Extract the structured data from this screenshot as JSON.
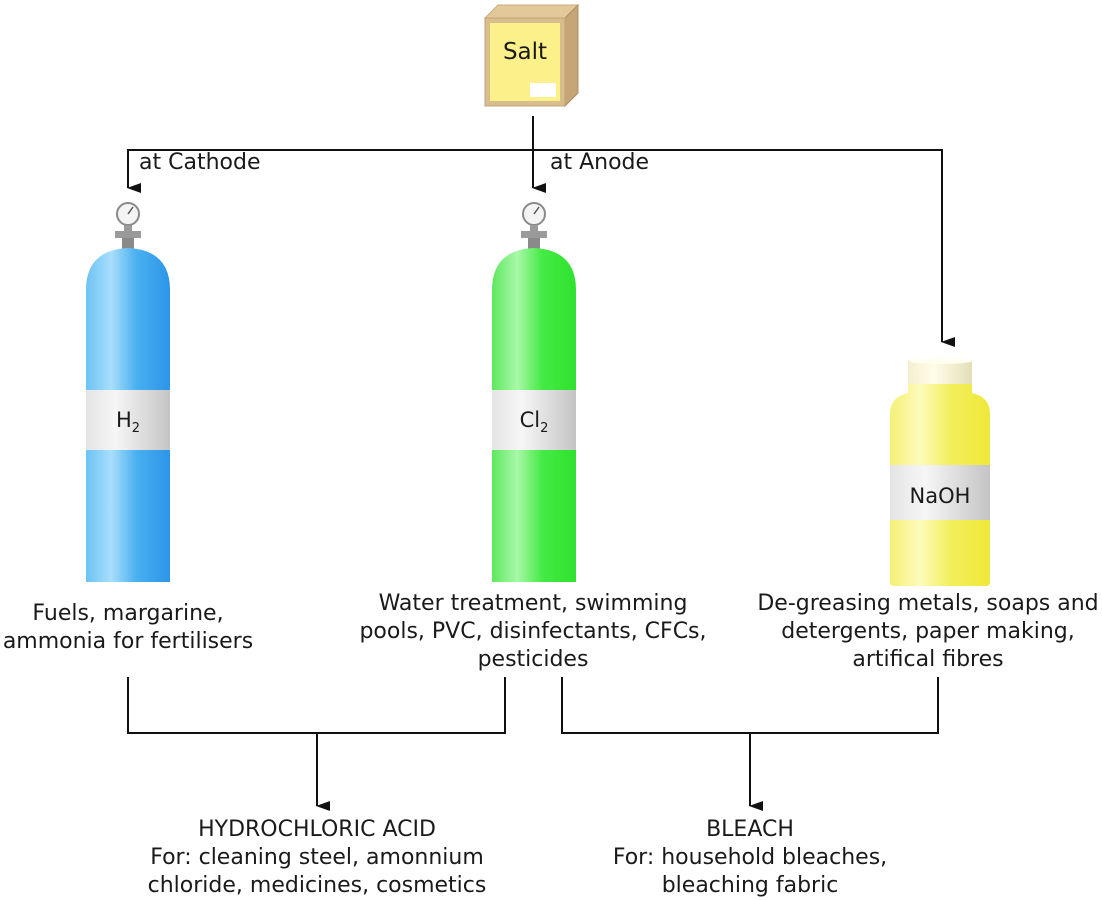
{
  "salt_box": {
    "label": "Salt"
  },
  "arrows": {
    "cathode_label": "at Cathode",
    "anode_label": "at Anode"
  },
  "products": {
    "hydrogen": {
      "symbol": "H",
      "subscript": "2",
      "color": "#3399ee",
      "uses": [
        "Fuels, margarine,",
        "ammonia for fertilisers"
      ]
    },
    "chlorine": {
      "symbol": "Cl",
      "subscript": "2",
      "color": "#33ee33",
      "uses": [
        "Water treatment, swimming",
        "pools, PVC, disinfectants, CFCs,",
        "pesticides"
      ]
    },
    "sodium_hydroxide": {
      "label": "NaOH",
      "color": "#eeee44",
      "uses": [
        "De-greasing metals, soaps and",
        "detergents, paper making,",
        "artifical fibres"
      ]
    }
  },
  "derived": {
    "hydrochloric_acid": {
      "title": "HYDROCHLORIC ACID",
      "uses": [
        "For: cleaning steel, amonnium",
        "chloride, medicines, cosmetics"
      ]
    },
    "bleach": {
      "title": "BLEACH",
      "uses": [
        "For: household bleaches,",
        "bleaching fabric"
      ]
    }
  }
}
